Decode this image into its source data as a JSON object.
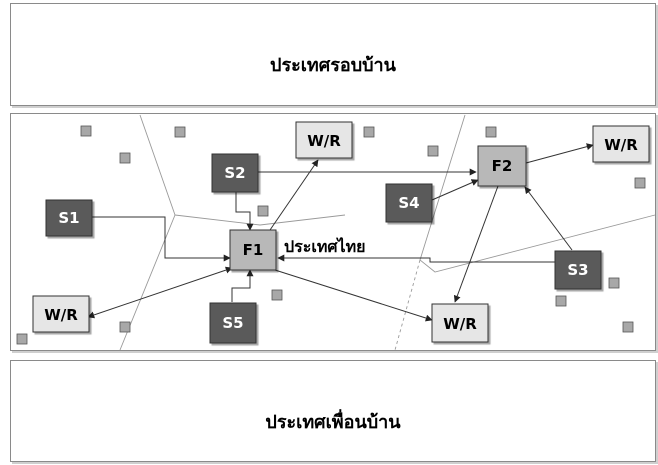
{
  "top_region": {
    "label": "ประเทศรอบบ้าน"
  },
  "bottom_region": {
    "label": "ประเทศเพื่อนบ้าน"
  },
  "middle_region": {
    "label": "ประเทศไทย"
  },
  "nodes": {
    "s1": "S1",
    "s2": "S2",
    "s3": "S3",
    "s4": "S4",
    "s5": "S5",
    "f1": "F1",
    "f2": "F2",
    "wr_top_center": "W/R",
    "wr_top_right": "W/R",
    "wr_bottom_left": "W/R",
    "wr_bottom_center": "W/R"
  },
  "colors": {
    "supplier_fill": "#5a5a5a",
    "facility_fill": "#b8b8b8",
    "warehouse_fill": "#e6e6e6",
    "small_square_fill": "#a8a8a8",
    "border": "#8a8a8a"
  }
}
